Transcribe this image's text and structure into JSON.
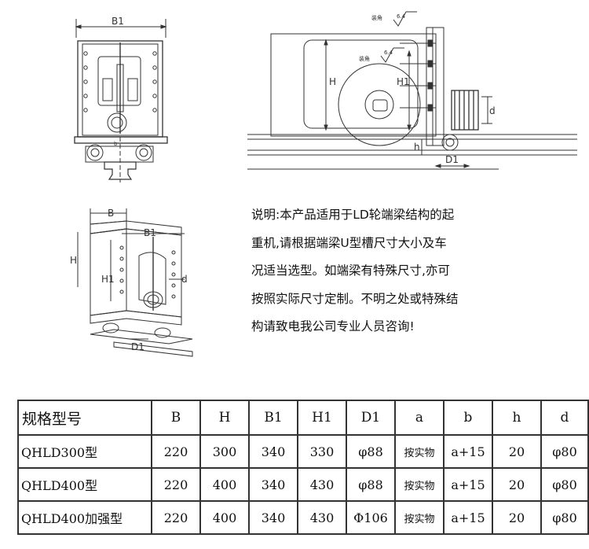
{
  "drawing_labels": {
    "front_view": {
      "b1": "B1"
    },
    "side_view": {
      "h": "H",
      "h1": "H1",
      "d": "d",
      "h_small": "h",
      "d1": "D1",
      "note1": "装角",
      "note2": "装角",
      "rough1": "6.4",
      "rough2": "6.4"
    },
    "iso_view": {
      "b": "B",
      "b1": "B1",
      "h": "H",
      "h1": "H1",
      "d": "d",
      "d1": "D1"
    }
  },
  "description": {
    "lines": [
      "说明:本产品适用于LD轮端梁结构的起",
      "重机,请根据端梁U型槽尺寸大小及车",
      "况适当选型。如端梁有特殊尺寸,亦可",
      "按照实际尺寸定制。不明之处或特殊结",
      "构请致电我公司专业人员咨询!"
    ]
  },
  "table": {
    "headers": [
      "规格型号",
      "B",
      "H",
      "B1",
      "H1",
      "D1",
      "a",
      "b",
      "h",
      "d"
    ],
    "rows": [
      [
        "QHLD300型",
        "220",
        "300",
        "340",
        "330",
        "φ88",
        "按实物",
        "a+15",
        "20",
        "φ80"
      ],
      [
        "QHLD400型",
        "220",
        "400",
        "340",
        "430",
        "φ88",
        "按实物",
        "a+15",
        "20",
        "φ80"
      ],
      [
        "QHLD400加强型",
        "220",
        "400",
        "340",
        "430",
        "Φ106",
        "按实物",
        "a+15",
        "20",
        "φ80"
      ]
    ]
  }
}
